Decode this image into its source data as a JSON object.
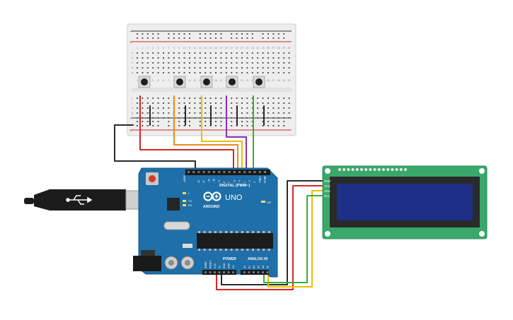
{
  "board": {
    "brand": "ARDUINO",
    "model": "UNO",
    "digital_header_label": "DIGITAL (PWM~)",
    "digital_pin_labels": [
      "13",
      "12",
      "~11",
      "~10",
      "~9",
      "8",
      "7",
      "~6",
      "~5",
      "4",
      "~3",
      "2",
      "TX▶1",
      "RX◀0"
    ],
    "power_header_label": "POWER",
    "power_pin_labels": [
      "IOREF",
      "RESET",
      "3.3V",
      "5V",
      "GND",
      "GND",
      "Vin"
    ],
    "analog_header_label": "ANALOG IN",
    "analog_pin_labels": [
      "A0",
      "A1",
      "A2",
      "A3",
      "A4",
      "A5"
    ],
    "led_labels": [
      "L",
      "TX",
      "RX"
    ],
    "on_label": "ON",
    "aref_label": "AREF",
    "gnd_label": "GND"
  },
  "lcd": {
    "pin_labels": [
      "GND",
      "VCC",
      "SDA",
      "SCL"
    ]
  },
  "breadboard": {
    "column_numbers": [
      "1",
      "2",
      "3",
      "4",
      "5",
      "6",
      "7",
      "8",
      "9",
      "10",
      "11",
      "12",
      "13",
      "14",
      "15",
      "16",
      "17",
      "18",
      "19",
      "20",
      "21",
      "22",
      "23",
      "24",
      "25",
      "26",
      "27",
      "28",
      "29",
      "30"
    ],
    "row_letters_top": [
      "a",
      "b",
      "c",
      "d",
      "e"
    ],
    "row_letters_bottom": [
      "f",
      "g",
      "h",
      "i",
      "j"
    ],
    "rail_plus": "+",
    "rail_minus": "−",
    "button_count": 5
  },
  "wire_colors": {
    "red": "#d42626",
    "black": "#2b2b2b",
    "orange": "#ef8a1c",
    "yellow": "#e6c100",
    "purple": "#8a2fb8",
    "green": "#38b030"
  },
  "icons": {
    "usb_cable": "usb-cable-icon",
    "usb_symbol": "usb-symbol-icon",
    "arduino_logo": "arduino-infinity-logo"
  }
}
